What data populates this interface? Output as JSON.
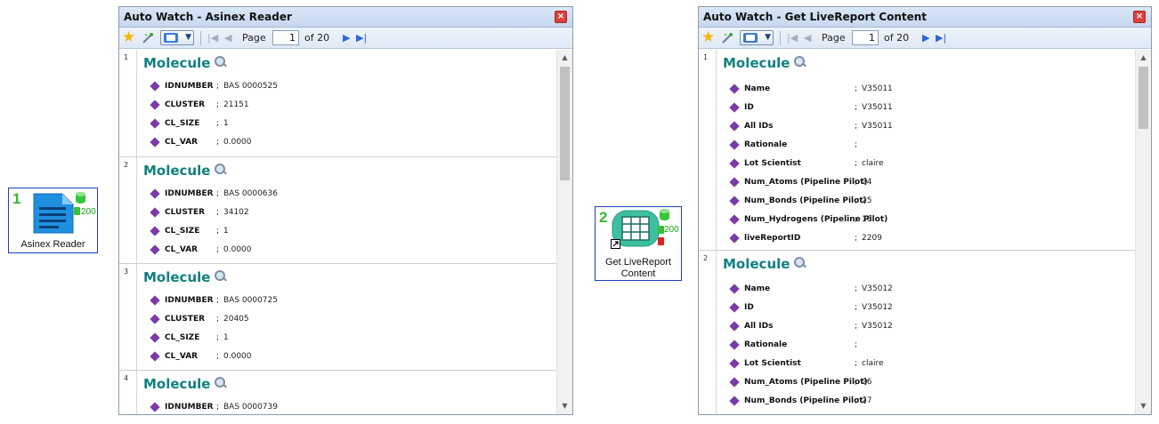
{
  "components": [
    {
      "number": "1",
      "label": "Asinex Reader",
      "count": "200",
      "icon": "document-list-icon"
    },
    {
      "number": "2",
      "label_lines": [
        "Get LiveReport",
        "Content"
      ],
      "count": "200",
      "icon": "table-icon"
    }
  ],
  "windows": [
    {
      "title": "Auto Watch - Asinex Reader",
      "toolbar": {
        "page_label": "Page",
        "page_value": "1",
        "of_label": "of 20"
      },
      "records": [
        {
          "num": "1",
          "heading": "Molecule",
          "props": [
            {
              "name": "IDNUMBER",
              "value": "BAS 0000525"
            },
            {
              "name": "CLUSTER",
              "value": "21151"
            },
            {
              "name": "CL_SIZE",
              "value": "1"
            },
            {
              "name": "CL_VAR",
              "value": "0.0000"
            }
          ]
        },
        {
          "num": "2",
          "heading": "Molecule",
          "props": [
            {
              "name": "IDNUMBER",
              "value": "BAS 0000636"
            },
            {
              "name": "CLUSTER",
              "value": "34102"
            },
            {
              "name": "CL_SIZE",
              "value": "1"
            },
            {
              "name": "CL_VAR",
              "value": "0.0000"
            }
          ]
        },
        {
          "num": "3",
          "heading": "Molecule",
          "props": [
            {
              "name": "IDNUMBER",
              "value": "BAS 0000725"
            },
            {
              "name": "CLUSTER",
              "value": "20405"
            },
            {
              "name": "CL_SIZE",
              "value": "1"
            },
            {
              "name": "CL_VAR",
              "value": "0.0000"
            }
          ]
        },
        {
          "num": "4",
          "heading": "Molecule",
          "props": [
            {
              "name": "IDNUMBER",
              "value": "BAS 0000739"
            }
          ]
        }
      ]
    },
    {
      "title": "Auto Watch - Get LiveReport Content",
      "toolbar": {
        "page_label": "Page",
        "page_value": "1",
        "of_label": "of 20"
      },
      "records": [
        {
          "num": "1",
          "heading": "Molecule",
          "props": [
            {
              "name": "Name",
              "value": "V35011"
            },
            {
              "name": "ID",
              "value": "V35011"
            },
            {
              "name": "All IDs",
              "value": "V35011"
            },
            {
              "name": "Rationale",
              "value": ""
            },
            {
              "name": "Lot Scientist",
              "value": "claire"
            },
            {
              "name": "Num_Atoms (Pipeline Pilot)",
              "value": "24"
            },
            {
              "name": "Num_Bonds (Pipeline Pilot)",
              "value": "25"
            },
            {
              "name": "Num_Hydrogens (Pipeline Pilot)",
              "value": "18"
            },
            {
              "name": "liveReportID",
              "value": "2209"
            }
          ]
        },
        {
          "num": "2",
          "heading": "Molecule",
          "props": [
            {
              "name": "Name",
              "value": "V35012"
            },
            {
              "name": "ID",
              "value": "V35012"
            },
            {
              "name": "All IDs",
              "value": "V35012"
            },
            {
              "name": "Rationale",
              "value": ""
            },
            {
              "name": "Lot Scientist",
              "value": "claire"
            },
            {
              "name": "Num_Atoms (Pipeline Pilot)",
              "value": "26"
            },
            {
              "name": "Num_Bonds (Pipeline Pilot)",
              "value": "27"
            }
          ]
        }
      ]
    }
  ],
  "colors": {
    "heading": "#128080",
    "diamond": "#7b3aa6",
    "component_number": "#3cb43c",
    "component_border": "#1f3fbf"
  }
}
